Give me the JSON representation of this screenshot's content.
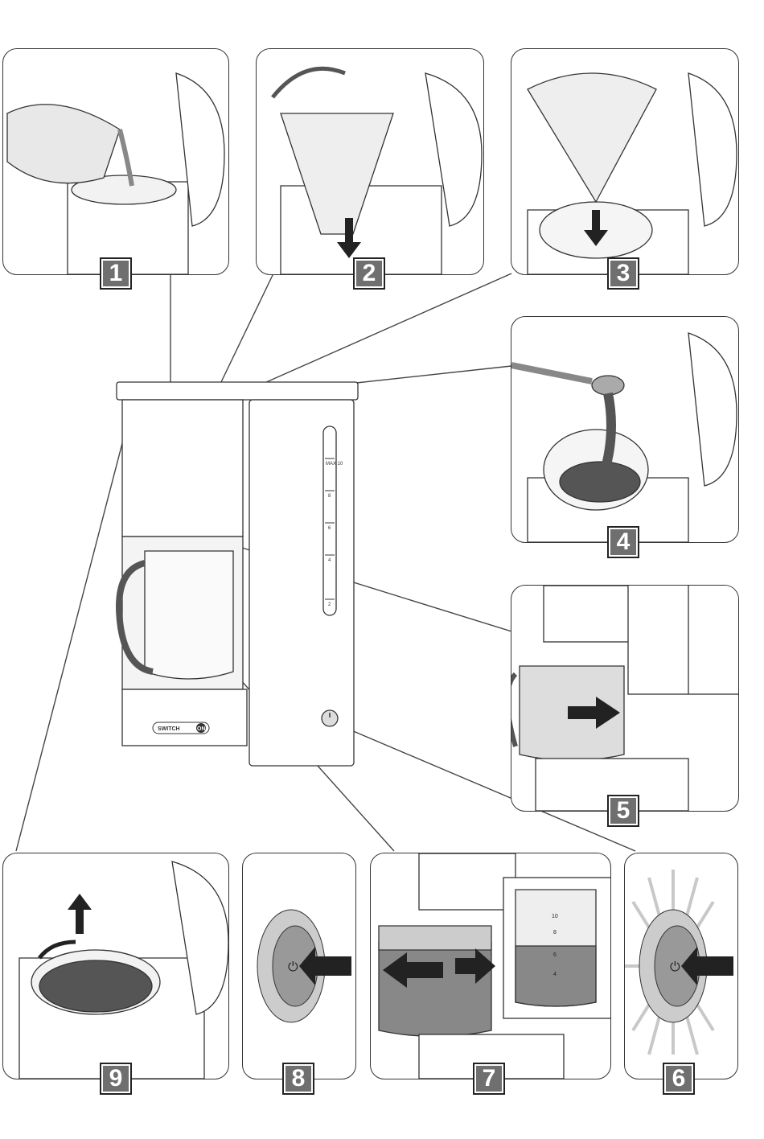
{
  "figure": {
    "title": "Coffee maker operating steps",
    "steps": [
      {
        "number": "1",
        "action": "Fill water tank from glass jug"
      },
      {
        "number": "2",
        "action": "Swivel filter holder and insert"
      },
      {
        "number": "3",
        "action": "Insert paper filter"
      },
      {
        "number": "4",
        "action": "Add ground coffee with measuring spoon"
      },
      {
        "number": "5",
        "action": "Place jug under filter (drip stop detail)"
      },
      {
        "number": "6",
        "action": "Press on/off switch - lights up"
      },
      {
        "number": "7",
        "action": "Remove / replace jug (level detail)"
      },
      {
        "number": "8",
        "action": "Press on/off switch to turn off"
      },
      {
        "number": "9",
        "action": "Swivel out and lift filter holder"
      }
    ]
  },
  "appliance": {
    "water_scale": [
      "MAX 10",
      "8",
      "6",
      "4",
      "2"
    ],
    "logo": {
      "left": "SWITCH",
      "right": "ON"
    },
    "jug_scale": [
      "10",
      "8",
      "6",
      "4"
    ]
  },
  "colors": {
    "badge_fill": "#6f6f6f",
    "badge_text": "#ffffff",
    "line": "#333333",
    "coffee": "#555555",
    "glow": "#c8c8c8"
  },
  "icons": {
    "power": "⏻"
  }
}
